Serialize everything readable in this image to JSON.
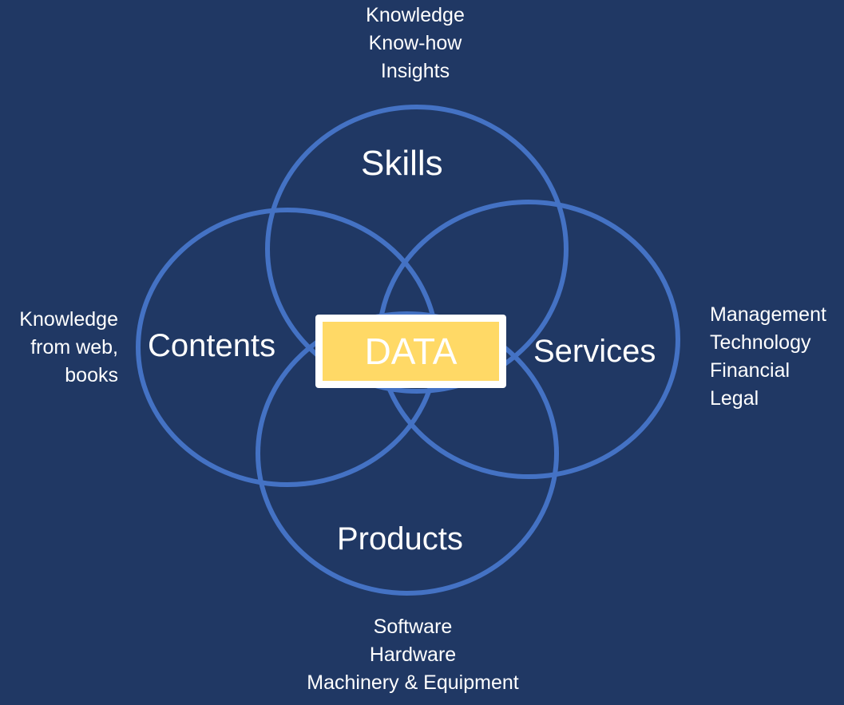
{
  "diagram": {
    "center": {
      "label": "DATA"
    },
    "sets": [
      {
        "id": "skills",
        "label": "Skills",
        "items": [
          "Knowledge",
          "Know-how",
          "Insights"
        ]
      },
      {
        "id": "contents",
        "label": "Contents",
        "items": [
          "Knowledge",
          "from web,",
          "books"
        ]
      },
      {
        "id": "services",
        "label": "Services",
        "items": [
          "Management",
          "Technology",
          "Financial",
          "Legal"
        ]
      },
      {
        "id": "products",
        "label": "Products",
        "items": [
          "Software",
          "Hardware",
          "Machinery & Equipment"
        ]
      }
    ],
    "colors": {
      "background": "#203864",
      "circle_stroke": "#4472c4",
      "center_fill": "#ffd966",
      "center_border": "#ffffff",
      "text": "#ffffff"
    }
  }
}
